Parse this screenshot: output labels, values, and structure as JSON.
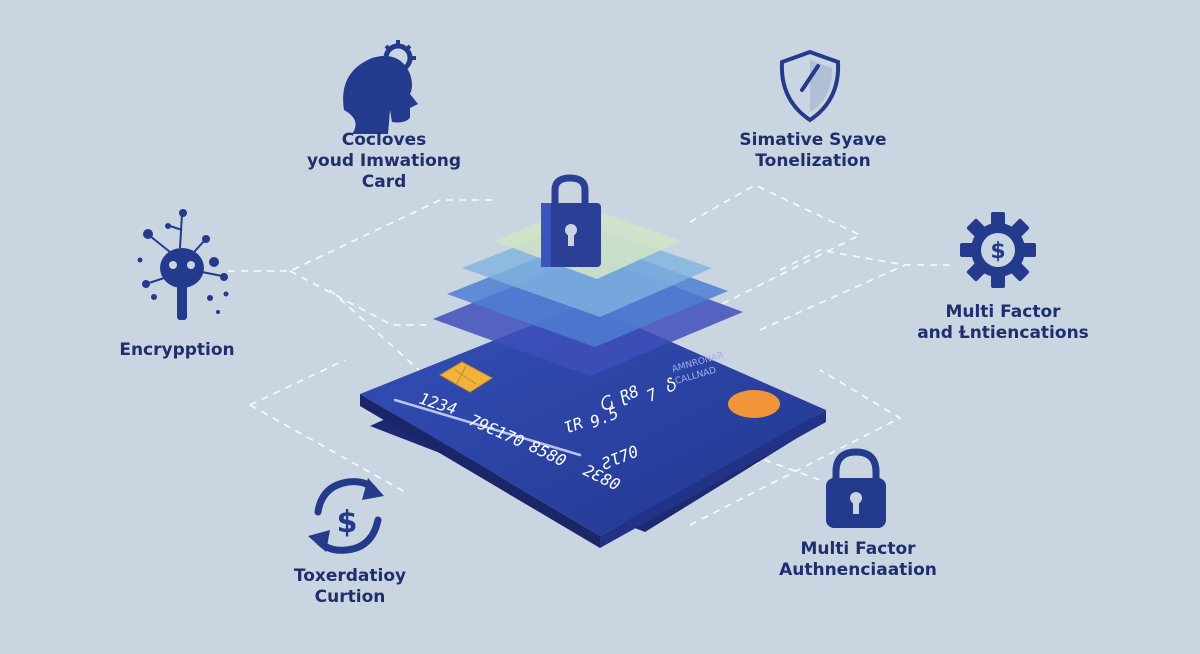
{
  "colors": {
    "background": "#c9d6e2",
    "navy": "#243a8c",
    "label_text": "#1f2f6e",
    "card_dark": "#2a3f9e",
    "card_light": "#3b56c0",
    "chip": "#f2b33d",
    "orange_circle": "#f2953a",
    "layer_green": "#cfe3c8",
    "layer_teal": "#7fb3df",
    "layer_blue": "#4d7ed2",
    "layer_indigo": "#3e4fb8",
    "dashed_line": "#ffffff"
  },
  "labels": {
    "top_left": [
      "Cocloves",
      "youd Imwationg",
      "Card"
    ],
    "top_right": [
      "Simative Syave",
      "Tonelization"
    ],
    "left": [
      "Encrypption"
    ],
    "right": [
      "Multi Factor",
      "and Ɫntiencations"
    ],
    "bottom_left": [
      "Toxerdatioy",
      "Curtion"
    ],
    "bottom_right": [
      "Multi Factor",
      "Authnenciaation"
    ]
  },
  "card": {
    "number_groups": [
      "1234",
      "79Ɛ170",
      "8580",
      "2Ɛ80"
    ],
    "number_row_2": [
      "ƖR",
      "9.5",
      "ƧƖ70"
    ],
    "number_misc": [
      "Ⴚ Ɽ8",
      "7 Ⴢ"
    ],
    "issuer_lines": [
      "AMNRONAR",
      "CALLNAD"
    ]
  },
  "icons": {
    "top_left": "head-gear-icon",
    "top_right": "shield-icon",
    "left": "network-key-icon",
    "right": "dollar-gear-icon",
    "bottom_left": "dollar-cycle-icon",
    "bottom_right": "padlock-icon",
    "center": "padlock-icon"
  }
}
